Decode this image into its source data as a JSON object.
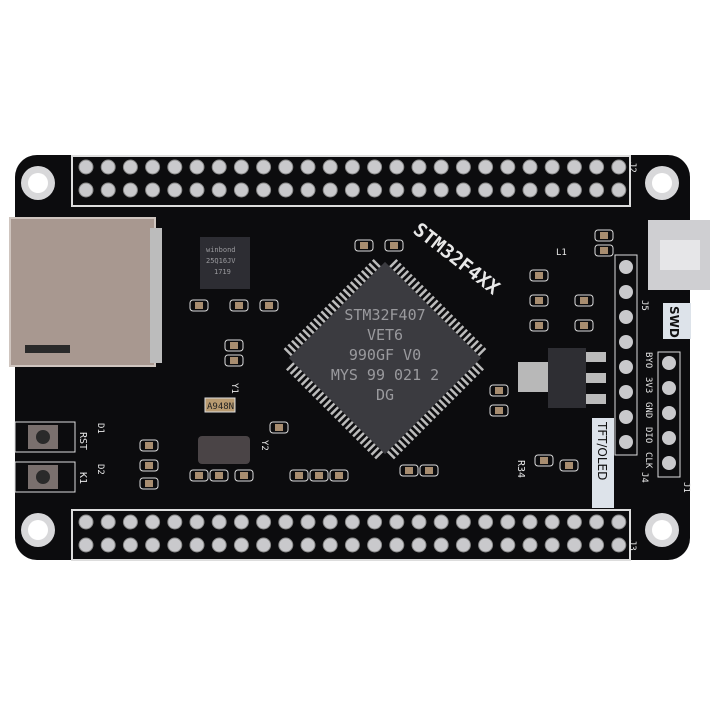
{
  "board": {
    "title": "STM32F4XX",
    "chip_marking": [
      "STM32F407",
      "VET6",
      "990GF V0",
      "MYS 99 021 2",
      "DG"
    ],
    "flash_marking": [
      "winbond",
      "25Q16JV",
      "1719"
    ],
    "crystal_marking": "A948N",
    "labels": {
      "swd": "SWD",
      "tft_oled": "TFT/OLED",
      "rst": "RST",
      "k1": "K1",
      "d1": "D1",
      "d2": "D2",
      "y1": "Y1",
      "y2": "Y2",
      "l1": "L1",
      "r34": "R34",
      "j1": "J1",
      "j2": "J2",
      "j3": "J3",
      "j4": "J4",
      "j5": "J5"
    },
    "swd_pins": [
      "BYO",
      "3V3",
      "GND",
      "DIO",
      "CLK"
    ],
    "colors": {
      "pcb": "#0c0c0e",
      "silkscreen": "#e8e8e8",
      "pad": "#c9c9cc",
      "chip": "#3b3b40"
    }
  }
}
